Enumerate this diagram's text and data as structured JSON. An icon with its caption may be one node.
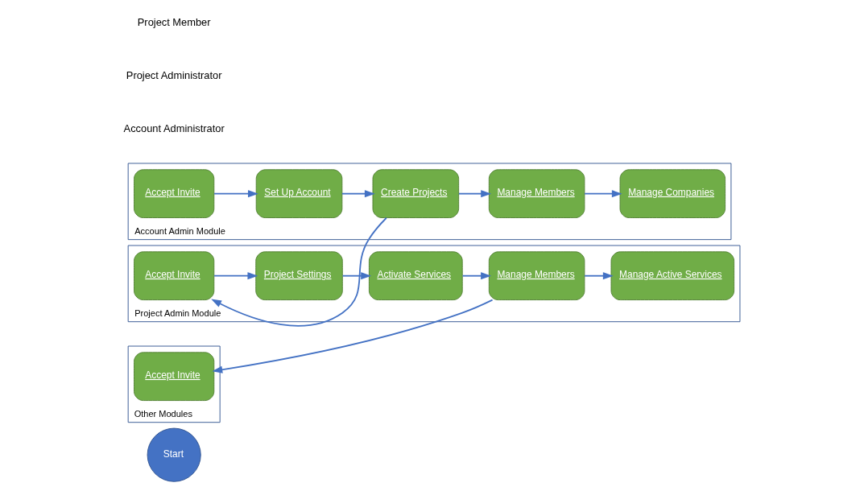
{
  "diagram": {
    "nodes": [
      {
        "text": [
          "Start"
        ]
      },
      {
        "text": [
          "Account Admin Module"
        ]
      },
      {
        "text": [
          "Accept Invite"
        ],
        "in": 1
      },
      {
        "text": [
          "Set Up Account"
        ],
        "in": 1
      },
      {
        "text": [
          "Create Projects"
        ],
        "in": 1
      },
      {
        "text": [
          "Manage Members"
        ],
        "in": 1
      },
      {
        "text": [
          "Manage Companies"
        ],
        "in": 1
      },
      {
        "text": [
          "Project Admin Module"
        ]
      },
      {
        "text": [
          "Accept Invite"
        ],
        "in": 7
      },
      {
        "text": [
          "Project Settings"
        ],
        "in": 7
      },
      {
        "text": [
          "Activate Services"
        ],
        "in": 7
      },
      {
        "text": [
          "Manage Members"
        ],
        "in": 7
      },
      {
        "text": [
          "Manage Active Services"
        ],
        "in": 7
      },
      {
        "text": [
          "Other Modules"
        ]
      },
      {
        "text": [
          "Accept Invite"
        ],
        "in": 13
      }
    ],
    "edges": [
      {
        "from": 2,
        "to": 3,
        "arrow": "to"
      },
      {
        "from": 3,
        "to": 4,
        "arrow": "to"
      },
      {
        "from": 4,
        "to": 5,
        "arrow": "to"
      },
      {
        "from": 5,
        "to": 6,
        "arrow": "to"
      },
      {
        "from": 4,
        "to": 8,
        "arrow": "to"
      },
      {
        "from": 8,
        "to": 9,
        "arrow": "to"
      },
      {
        "from": 9,
        "to": 10,
        "arrow": "to"
      },
      {
        "from": 10,
        "to": 11,
        "arrow": "to"
      },
      {
        "from": 11,
        "to": 12,
        "arrow": "to"
      },
      {
        "from": 11,
        "to": 14,
        "arrow": "to"
      }
    ],
    "labels": [
      "Account Administrator",
      "Project Administrator",
      "Project Member"
    ]
  }
}
